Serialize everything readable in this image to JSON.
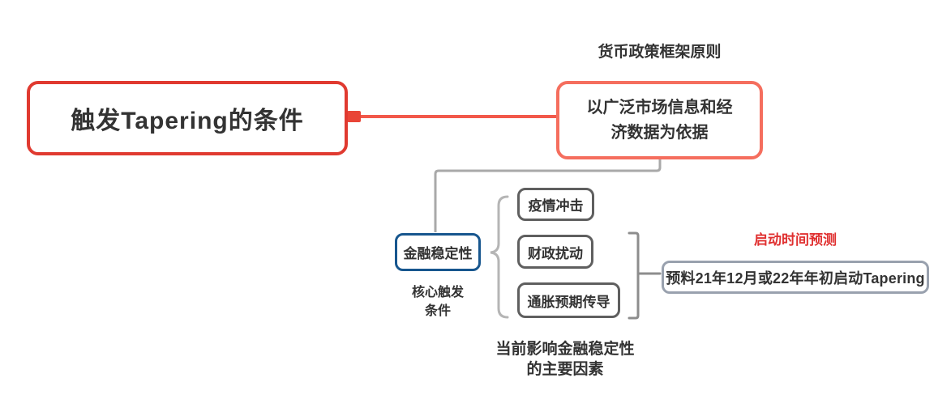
{
  "canvas": {
    "background": "#ffffff"
  },
  "mindmap": {
    "root": {
      "label": "触发Tapering的条件"
    },
    "principle": {
      "caption": "货币政策框架原则",
      "line1": "以广泛市场信息和经",
      "line2": "济数据为依据"
    },
    "stability": {
      "label": "金融稳定性",
      "caption_line1": "核心触发",
      "caption_line2": "条件"
    },
    "factors": {
      "items": [
        {
          "label": "疫情冲击"
        },
        {
          "label": "财政扰动"
        },
        {
          "label": "通胀预期传导"
        }
      ],
      "caption_line1": "当前影响金融稳定性",
      "caption_line2": "的主要因素"
    },
    "prediction": {
      "caption": "启动时间预测",
      "label": "预料21年12月或22年年初启动Tapering"
    }
  },
  "colors": {
    "root_border": "#e03a30",
    "connector_red_line": "#f2584a",
    "connector_red_square": "#e94537",
    "principle_border": "#f56e5e",
    "gray_line": "#a9a9a9",
    "stability_border": "#17568e",
    "factor_border": "#5f5f5f",
    "brace": "#b5b5b5",
    "bracket": "#8d8d8d",
    "prediction_border": "#99a1ae",
    "caption_red": "#e03131",
    "text_dark": "#333333"
  }
}
